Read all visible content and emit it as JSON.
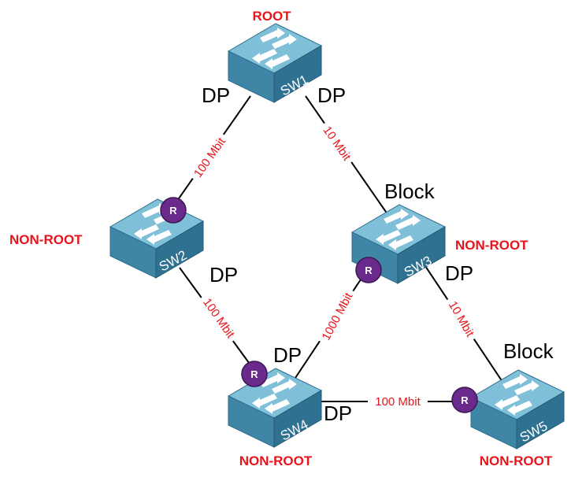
{
  "roles": {
    "root": "ROOT",
    "sw2": "NON-ROOT",
    "sw3": "NON-ROOT",
    "sw4": "NON-ROOT",
    "sw5": "NON-ROOT"
  },
  "switches": {
    "sw1": "SW1",
    "sw2": "SW2",
    "sw3": "SW3",
    "sw4": "SW4",
    "sw5": "SW5"
  },
  "links": {
    "sw1_sw2": "100 Mbit",
    "sw1_sw3": "10 Mbit",
    "sw2_sw4": "100 Mbit",
    "sw3_sw4": "1000 Mbit",
    "sw3_sw5": "10 Mbit",
    "sw4_sw5": "100 Mbit"
  },
  "ports": {
    "sw1_left": "DP",
    "sw1_right": "DP",
    "sw3_top": "Block",
    "sw2_bottom": "DP",
    "sw3_right": "DP",
    "sw4_top": "DP",
    "sw4_right": "DP",
    "sw5_top": "Block"
  },
  "root_port_marker": "R",
  "colors": {
    "role_text": "#e8141c",
    "speed_text": "#e8141c",
    "root_port_badge": "#6a2a8c",
    "switch_top": "#79b8d3",
    "switch_front": "#3f86a6",
    "switch_side": "#2d6e8c"
  }
}
